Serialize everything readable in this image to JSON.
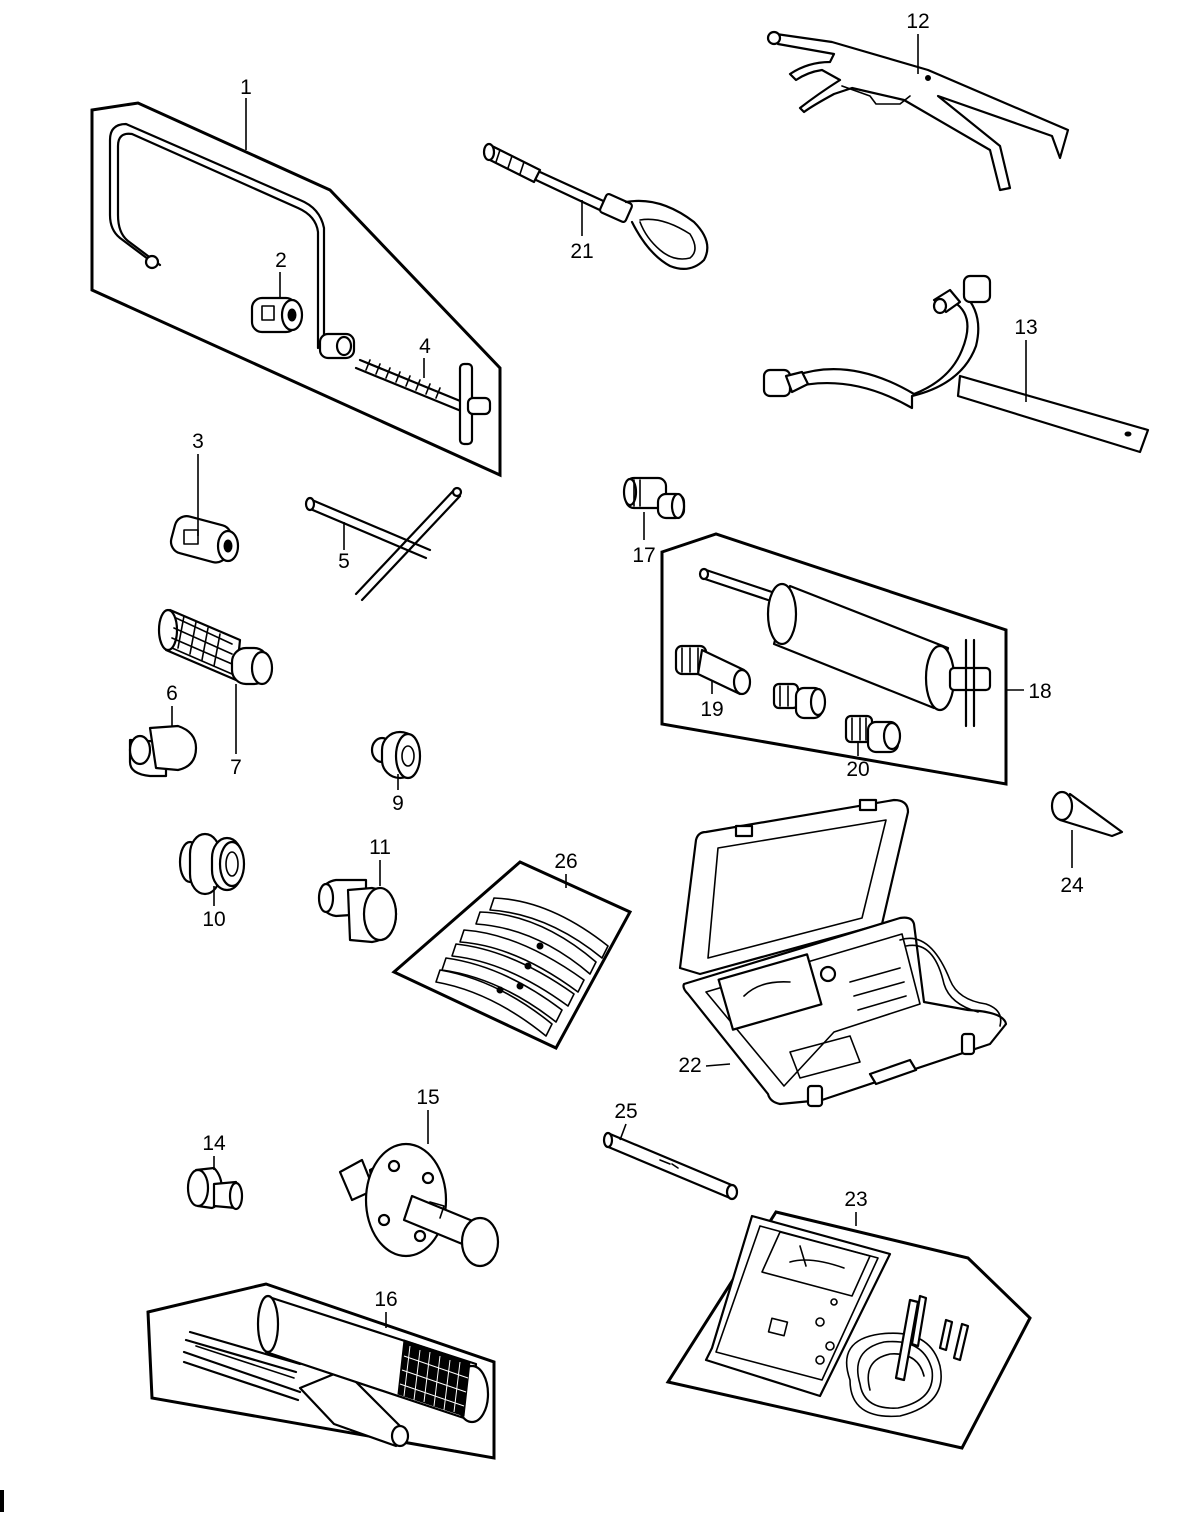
{
  "callouts": [
    {
      "id": "c1",
      "label": "1"
    },
    {
      "id": "c2",
      "label": "2"
    },
    {
      "id": "c3",
      "label": "3"
    },
    {
      "id": "c4",
      "label": "4"
    },
    {
      "id": "c5",
      "label": "5"
    },
    {
      "id": "c6",
      "label": "6"
    },
    {
      "id": "c7",
      "label": "7"
    },
    {
      "id": "c9",
      "label": "9"
    },
    {
      "id": "c10",
      "label": "10"
    },
    {
      "id": "c11",
      "label": "11"
    },
    {
      "id": "c12",
      "label": "12"
    },
    {
      "id": "c13",
      "label": "13"
    },
    {
      "id": "c14",
      "label": "14"
    },
    {
      "id": "c15",
      "label": "15"
    },
    {
      "id": "c16",
      "label": "16"
    },
    {
      "id": "c17",
      "label": "17"
    },
    {
      "id": "c18",
      "label": "18"
    },
    {
      "id": "c19",
      "label": "19"
    },
    {
      "id": "c20",
      "label": "20"
    },
    {
      "id": "c21",
      "label": "21"
    },
    {
      "id": "c22",
      "label": "22"
    },
    {
      "id": "c23",
      "label": "23"
    },
    {
      "id": "c24",
      "label": "24"
    },
    {
      "id": "c25",
      "label": "25"
    },
    {
      "id": "c26",
      "label": "26"
    }
  ],
  "style": {
    "line_color": "#000000",
    "background": "#ffffff"
  }
}
